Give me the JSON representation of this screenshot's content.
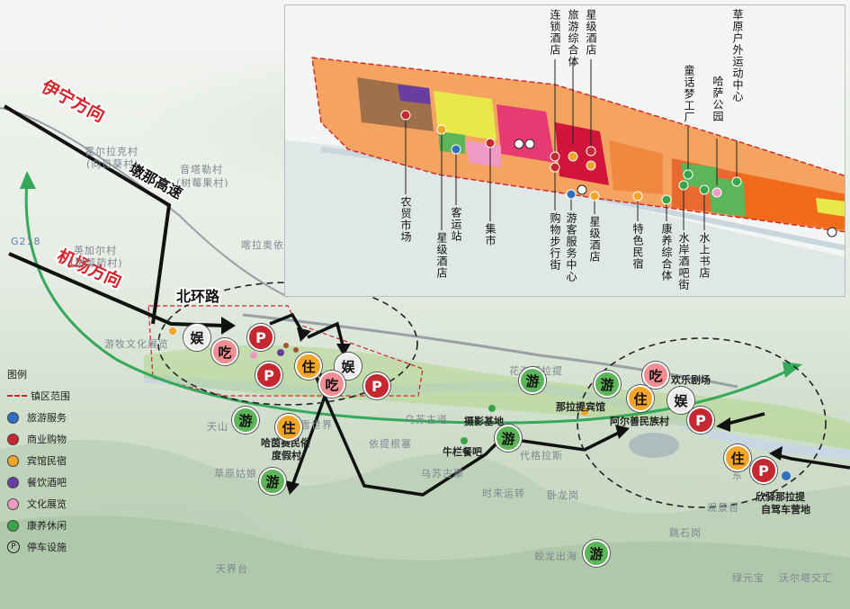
{
  "directions": {
    "yining": "伊宁方向",
    "airport": "机场方向"
  },
  "roads": {
    "expressway": "墩那高速",
    "north_ring": "北环路"
  },
  "place_labels": {
    "p1": "霍尔拉克村",
    "p2": "(向日葵村)",
    "p3": "音塔勒村",
    "p4": "(树莓果村)",
    "p5": "英加尔村",
    "p6": "(树莓药村)",
    "p7": "喀拉奥依",
    "p8": "游牧文化展览",
    "p9": "天山",
    "p10": "哈茵赛民俗",
    "p11": "度假村",
    "p12": "草原姑娘",
    "p13": "雪世界",
    "p14": "依提根塞",
    "p15": "乌苏古寨",
    "p16": "乌苏古道",
    "p17": "摄影基地",
    "p18": "牛栏餐吧",
    "p19": "代格拉斯",
    "p20": "时来运转",
    "p21": "卧龙岗",
    "p22": "那拉提宾馆",
    "p23": "阿尔善民族村",
    "p24": "欢乐剧场",
    "p25": "花海那拉提",
    "p26": "欣驿那拉提",
    "p27": "自驾车营地",
    "p28": "观景台",
    "p29": "跳石岗",
    "p30": "蛟龙出海",
    "p31": "天界台",
    "p32": "绿元宝",
    "p33": "沃尔塔交汇",
    "p34": "G218",
    "p35": "东"
  },
  "markers": {
    "eat": "吃",
    "ent": "娱",
    "park": "P",
    "stay": "住",
    "tour": "游"
  },
  "inset": {
    "l1": "连锁酒店",
    "l2": "旅游综合体",
    "l3": "星级酒店",
    "l4": "童话梦工厂",
    "l5": "哈萨公园",
    "l6": "草原户外运动中心",
    "b1": "农贸市场",
    "b2": "星级酒店",
    "b3": "客运站",
    "b4": "集市",
    "b5": "购物步行街",
    "b6": "游客服务中心",
    "b7": "星级酒店",
    "b8": "特色民宿",
    "b9": "康养综合体",
    "b10": "水岸酒吧街",
    "b11": "水上书店"
  },
  "legend": {
    "title": "图例",
    "items": [
      {
        "label": "镇区范围",
        "color": "#d2232a"
      },
      {
        "label": "旅游服务",
        "color": "#2f6fbf"
      },
      {
        "label": "商业购物",
        "color": "#c5282f"
      },
      {
        "label": "宾馆民宿",
        "color": "#f3a529"
      },
      {
        "label": "餐饮酒吧",
        "color": "#6a3da0"
      },
      {
        "label": "文化展览",
        "color": "#ef9ac4"
      },
      {
        "label": "康养休闲",
        "color": "#3aa44a"
      },
      {
        "label": "停车设施",
        "symbol": "P"
      }
    ]
  }
}
